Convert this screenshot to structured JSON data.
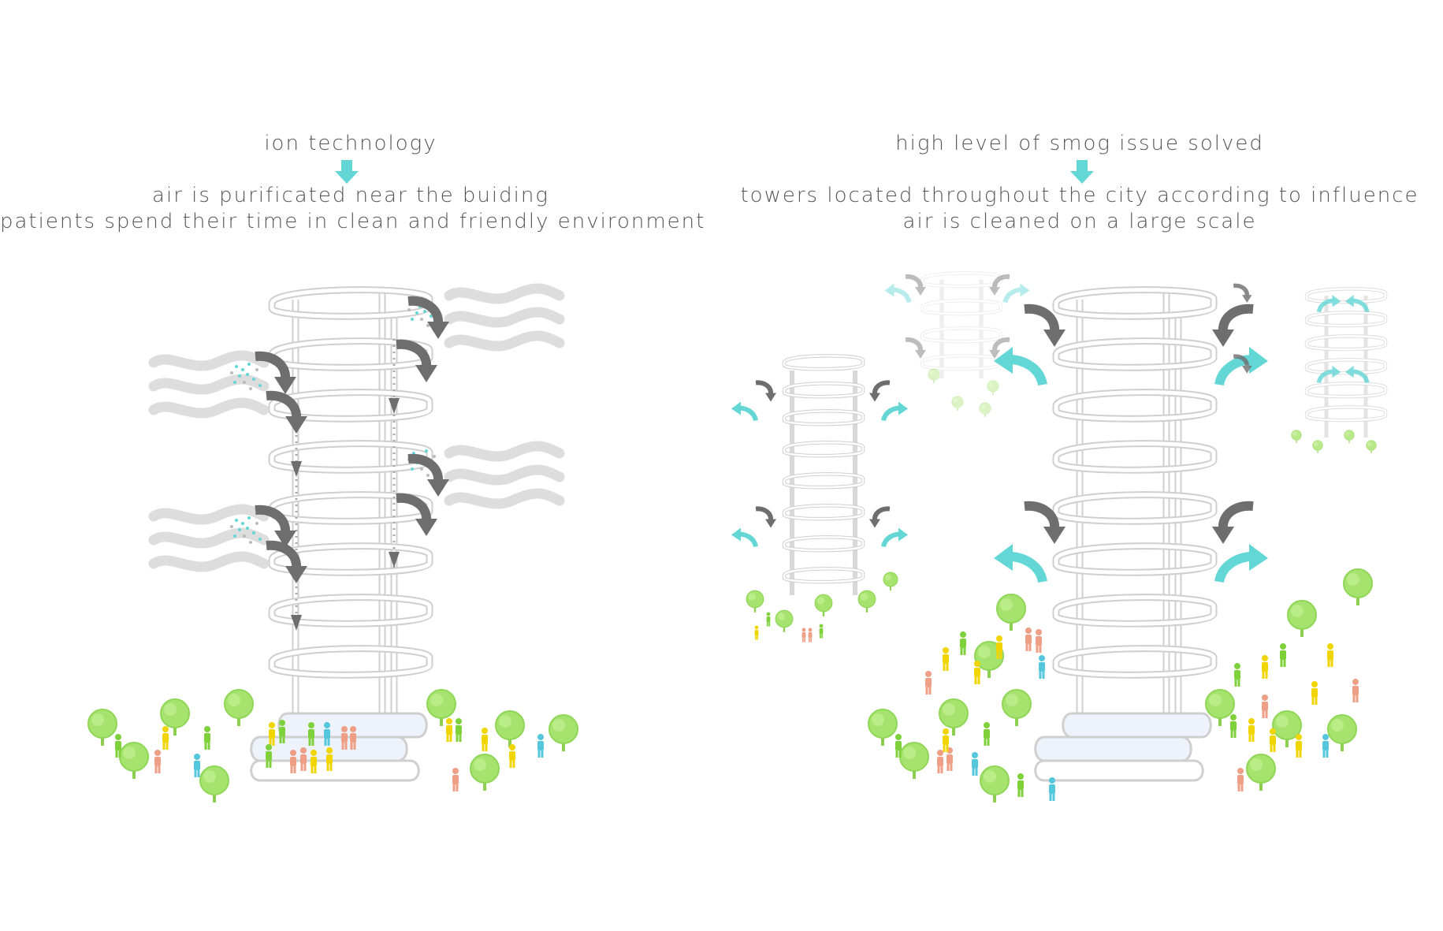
{
  "left_panel": {
    "top_label": "ion technology",
    "result_lines": [
      "air is purificated near the buiding",
      "patients spend their time in clean and friendly environment"
    ]
  },
  "right_panel": {
    "top_label": "high level of smog issue solved",
    "result_lines": [
      "towers located throughout the city according to influence",
      "air is cleaned on a large scale"
    ]
  },
  "colors": {
    "accent_cyan": "#63d7d6",
    "arrow_gray": "#6e6e6e",
    "tree_green": "#a6e36e",
    "background": "#ffffff"
  },
  "icons": [
    "down-arrow-icon",
    "curved-arrow-icon",
    "tree-icon",
    "person-icon",
    "wind-icon",
    "spiral-tower-icon"
  ]
}
